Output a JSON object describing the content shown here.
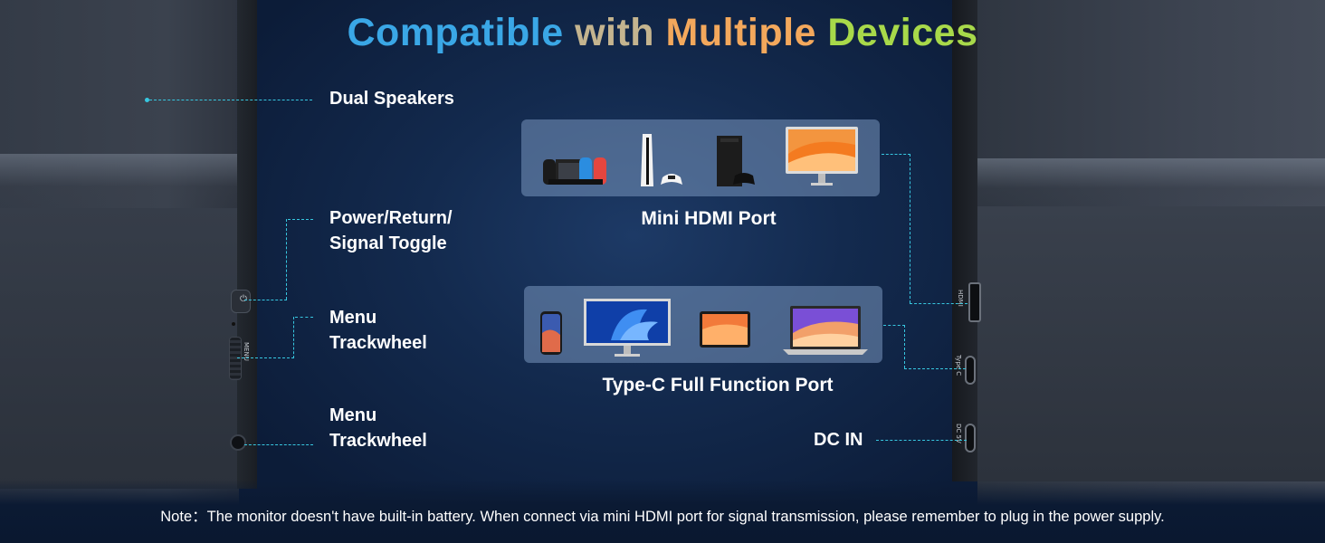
{
  "title": {
    "part1": "Compatible",
    "part2": "with",
    "part3": "Multiple",
    "part4": "Devices"
  },
  "labels": {
    "dual_speakers": "Dual Speakers",
    "power_line1": "Power/Return/",
    "power_line2": "Signal Toggle",
    "menu1_line1": "Menu",
    "menu1_line2": "Trackwheel",
    "menu2_line1": "Menu",
    "menu2_line2": "Trackwheel",
    "dc_in": "DC IN"
  },
  "side_text": {
    "menu": "MENU",
    "hdmi": "HDMI",
    "typec": "Type C",
    "dc": "DC 5V"
  },
  "panels": {
    "hdmi_caption": "Mini HDMI Port",
    "typec_caption": "Type-C Full Function Port"
  },
  "note": "Note：The monitor doesn't have built-in battery. When connect via mini HDMI port for signal transmission, please remember to plug in the power supply.",
  "colors": {
    "accent_line": "#37c7e0",
    "title_blue": "#3aa7e6",
    "title_tan": "#c4b48f",
    "title_orange": "#f3a85c",
    "title_green": "#a8d94a"
  }
}
